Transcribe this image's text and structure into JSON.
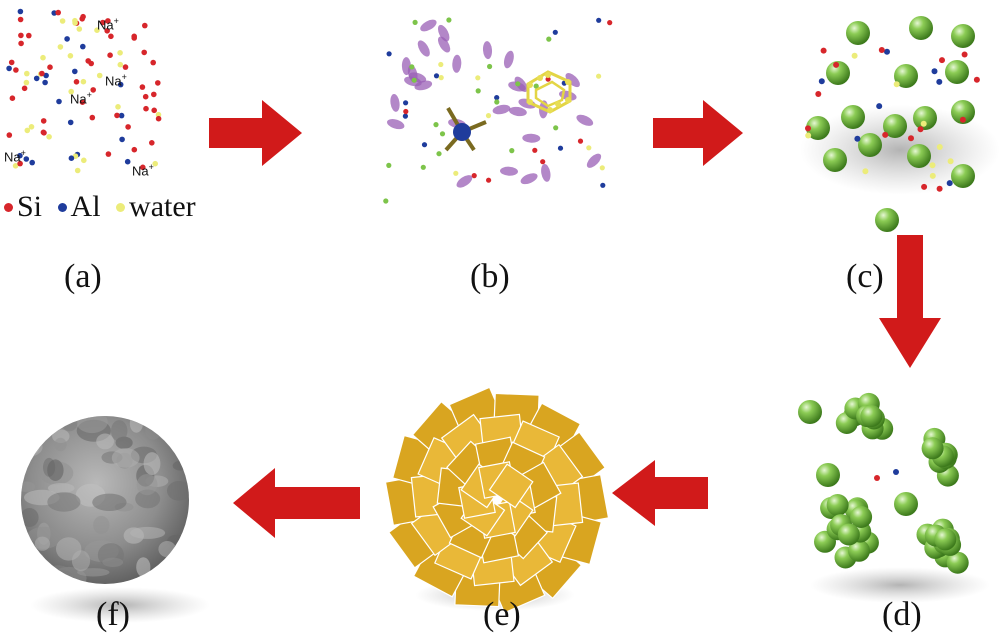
{
  "panels": {
    "a": "(a)",
    "b": "(b)",
    "c": "(c)",
    "d": "(d)",
    "e": "(e)",
    "f": "(f)"
  },
  "ions": {
    "sodium_symbol": "Na",
    "charge": "+"
  },
  "legend": {
    "items": [
      {
        "label": "Si",
        "color": "#d7262b"
      },
      {
        "label": "Al",
        "color": "#1f3c9c"
      },
      {
        "label": "water",
        "color": "#ecec7a"
      }
    ]
  },
  "colors": {
    "arrow": "#d11a1a",
    "nuclei": "#7dc44a",
    "crystal": "#e9b838",
    "oligomer": "#9a5fb5",
    "sem_gray": "#8c8c8c"
  }
}
